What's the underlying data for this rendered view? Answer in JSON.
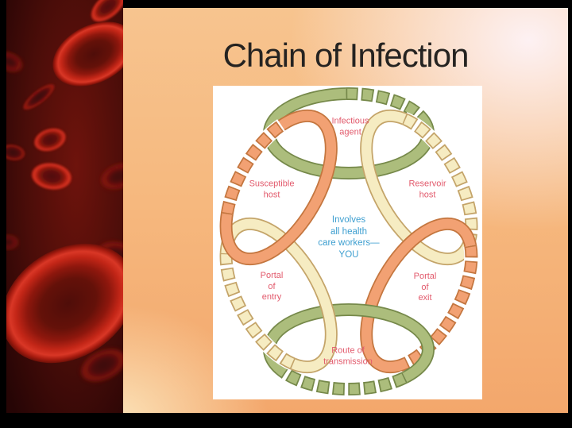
{
  "slide": {
    "title": "Chain of Infection"
  },
  "diagram": {
    "links": [
      {
        "name": "infectious-agent",
        "color": "green",
        "lines": [
          "Infectious",
          "agent"
        ]
      },
      {
        "name": "reservoir-host",
        "color": "cream",
        "lines": [
          "Reservoir",
          "host"
        ]
      },
      {
        "name": "portal-of-exit",
        "color": "orange",
        "lines": [
          "Portal",
          "of",
          "exit"
        ]
      },
      {
        "name": "route-of-transmission",
        "color": "green",
        "lines": [
          "Route of",
          "transmission"
        ]
      },
      {
        "name": "portal-of-entry",
        "color": "cream",
        "lines": [
          "Portal",
          "of",
          "entry"
        ]
      },
      {
        "name": "susceptible-host",
        "color": "orange",
        "lines": [
          "Susceptible",
          "host"
        ]
      }
    ],
    "center_text": {
      "lines": [
        "Involves",
        "all health",
        "care workers—",
        "YOU"
      ]
    },
    "colors": {
      "green": "#acbd7c",
      "green_outline": "#76894a",
      "orange": "#f2a173",
      "orange_outline": "#c4763f",
      "cream": "#f6ecc2",
      "cream_outline": "#c4a469",
      "label_text": "#e25a6c",
      "center_text": "#3e9fd0",
      "panel_background": "#ffffff"
    }
  }
}
